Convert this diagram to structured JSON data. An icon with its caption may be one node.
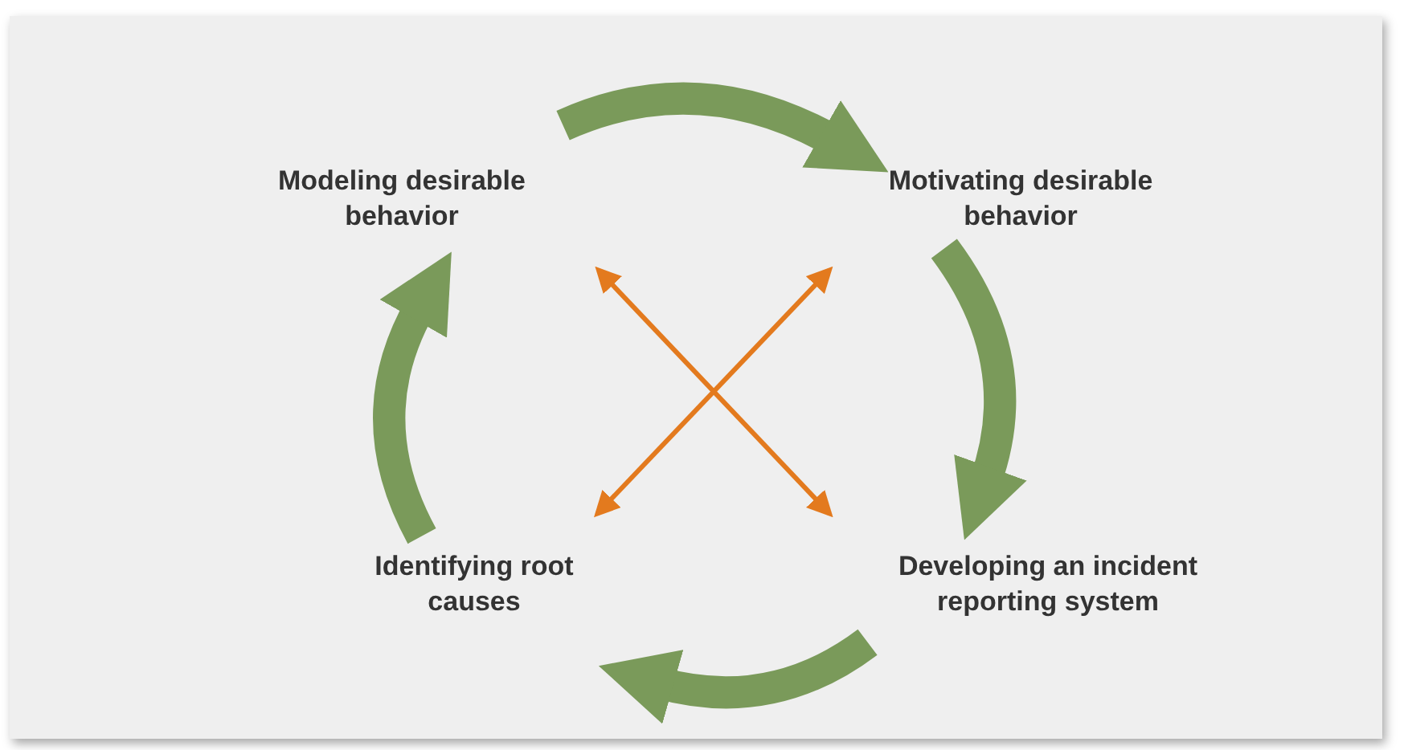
{
  "diagram": {
    "nodes": [
      {
        "text": [
          "Modeling desirable behavior"
        ]
      },
      {
        "text": [
          "Motivating desirable behavior"
        ]
      },
      {
        "text": [
          "Developing an incident reporting system"
        ]
      },
      {
        "text": [
          "Identifying root causes"
        ]
      }
    ],
    "edges": [
      {
        "from": 0,
        "to": 1,
        "arrow": "to"
      },
      {
        "from": 1,
        "to": 2,
        "arrow": "to"
      },
      {
        "from": 2,
        "to": 3,
        "arrow": "to"
      },
      {
        "from": 3,
        "to": 0,
        "arrow": "to"
      },
      {
        "from": 0,
        "to": 2,
        "arrow": "both",
        "color": "#e37a1e"
      },
      {
        "from": 1,
        "to": 3,
        "arrow": "both",
        "color": "#e37a1e"
      }
    ]
  }
}
